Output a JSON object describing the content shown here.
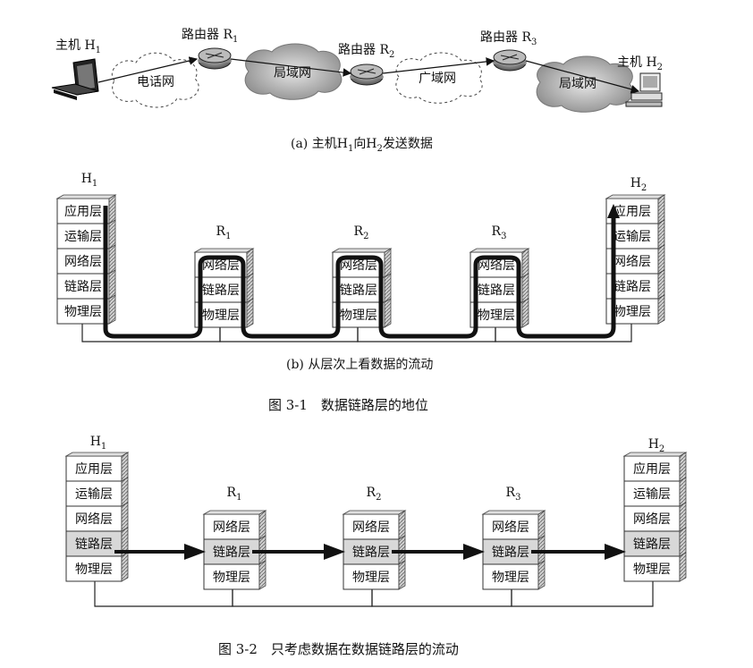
{
  "figA": {
    "host1_label": "主机 H",
    "host1_sub": "1",
    "host2_label": "主机 H",
    "host2_sub": "2",
    "router1_label": "路由器 R",
    "router1_sub": "1",
    "router2_label": "路由器 R",
    "router2_sub": "2",
    "router3_label": "路由器 R",
    "router3_sub": "3",
    "cloud_phone": "电话网",
    "cloud_lan1": "局域网",
    "cloud_wan": "广域网",
    "cloud_lan2": "局域网",
    "caption_pre": "(a) 主机H",
    "caption_sub1": "1",
    "caption_mid": "向H",
    "caption_sub2": "2",
    "caption_post": "发送数据"
  },
  "figB": {
    "h1": "H",
    "h1_sub": "1",
    "h2": "H",
    "h2_sub": "2",
    "r1": "R",
    "r1_sub": "1",
    "r2": "R",
    "r2_sub": "2",
    "r3": "R",
    "r3_sub": "3",
    "layers_host": [
      "应用层",
      "运输层",
      "网络层",
      "链路层",
      "物理层"
    ],
    "layers_router": [
      "网络层",
      "链路层",
      "物理层"
    ],
    "caption": "(b) 从层次上看数据的流动"
  },
  "fig31_title": "图 3-1　数据链路层的地位",
  "fig32": {
    "h1": "H",
    "h1_sub": "1",
    "h2": "H",
    "h2_sub": "2",
    "r1": "R",
    "r1_sub": "1",
    "r2": "R",
    "r2_sub": "2",
    "r3": "R",
    "r3_sub": "3",
    "layers_host": [
      "应用层",
      "运输层",
      "网络层",
      "链路层",
      "物理层"
    ],
    "layers_router": [
      "网络层",
      "链路层",
      "物理层"
    ]
  },
  "fig32_title": "图 3-2　只考虑数据在数据链路层的流动"
}
